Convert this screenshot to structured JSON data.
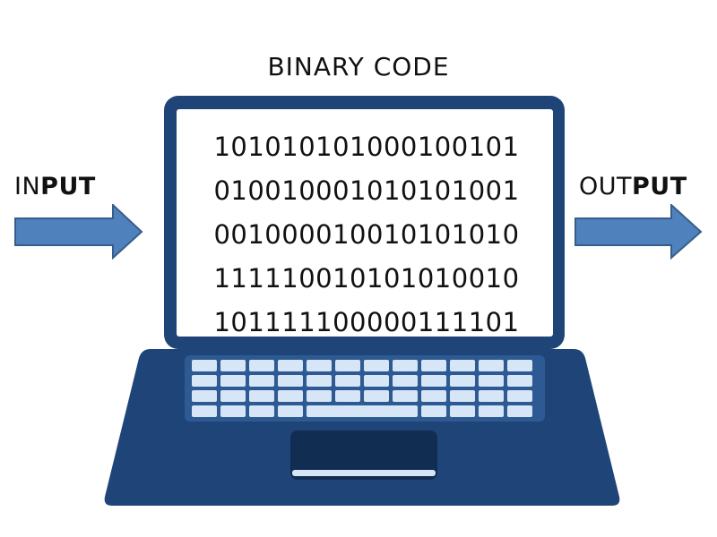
{
  "title": "BINARY CODE",
  "input_label": {
    "light": "IN",
    "bold": "PUT"
  },
  "output_label": {
    "light": "OUT",
    "bold": "PUT"
  },
  "binary_lines": [
    "101010101000100101",
    "010010001010101001",
    "001000010010101010",
    "111110010101010010",
    "101111100000111101"
  ],
  "colors": {
    "laptop_body": "#1F4478",
    "screen": "#FFFFFF",
    "keys": "#D6E6F6",
    "arrow_fill": "#4F81BD",
    "arrow_stroke": "#385D8A"
  }
}
